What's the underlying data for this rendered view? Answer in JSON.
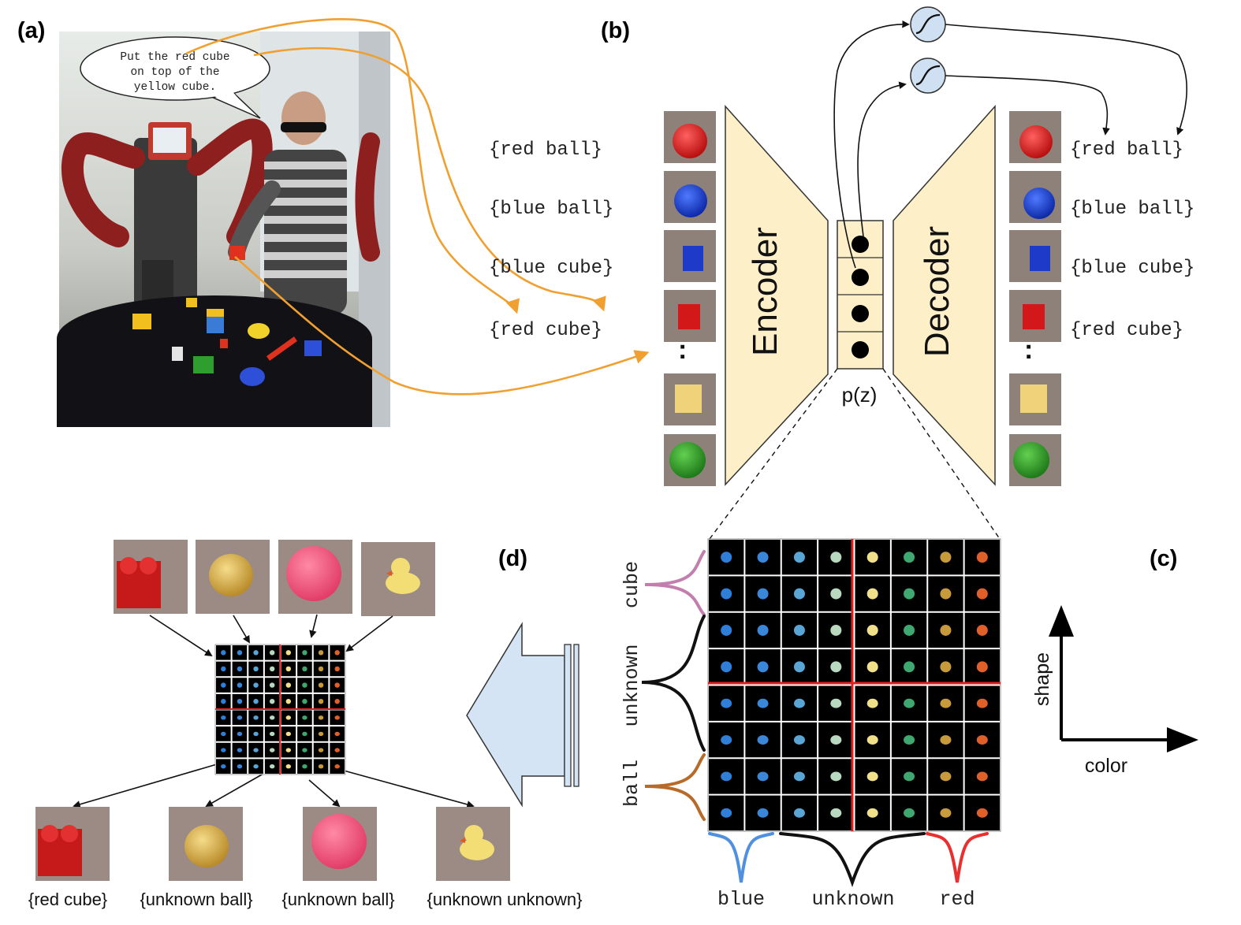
{
  "panels": {
    "a": "(a)",
    "b": "(b)",
    "c": "(c)",
    "d": "(d)"
  },
  "speech": {
    "lines": [
      "Put the red cube",
      "on top of the",
      "yellow cube."
    ]
  },
  "encoder_label": "Encoder",
  "decoder_label": "Decoder",
  "latent_label": "p(z)",
  "left_labels": [
    "{red ball}",
    "{blue ball}",
    "{blue cube}",
    "{red cube}"
  ],
  "right_labels": [
    "{red ball}",
    "{blue ball}",
    "{blue cube}",
    "{red cube}"
  ],
  "ellipsis": ":",
  "shape_axis": {
    "cube": "cube",
    "unknown": "unknown",
    "ball": "ball"
  },
  "color_axis": {
    "blue": "blue",
    "unknown": "unknown",
    "red": "red"
  },
  "axes": {
    "shape": "shape",
    "color": "color"
  },
  "bottom_labels": [
    "{red cube}",
    "{unknown ball}",
    "{unknown ball}",
    "{unknown unknown}"
  ],
  "colors": {
    "orange": "#f0a030",
    "encoder_fill": "#fdefc8",
    "sigmoid_fill": "#cfe0f2",
    "arrow_fill": "#d4e4f4",
    "grid_red": "#e02020",
    "cube_curve": "#c27fae",
    "ball_curve": "#b86a28",
    "blue_curve": "#4f90e0",
    "red_curve": "#e83030"
  }
}
